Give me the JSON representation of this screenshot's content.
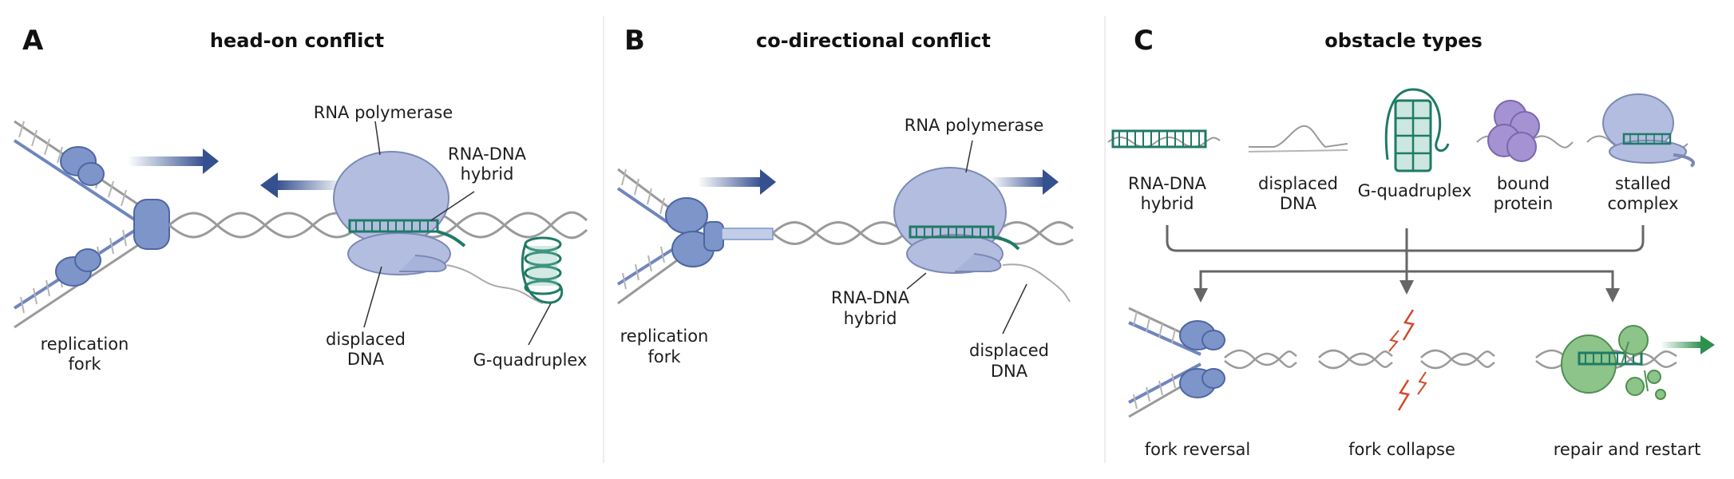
{
  "panels": [
    {
      "letter": "A",
      "title": "head-on conflict",
      "labels": {
        "rna_polymerase": "RNA polymerase",
        "rna_dna_hybrid": [
          "RNA-DNA",
          "hybrid"
        ],
        "replication_fork": [
          "replication",
          "fork"
        ],
        "displaced_dna": [
          "displaced",
          "DNA"
        ],
        "g_quadruplex": "G-quadruplex"
      }
    },
    {
      "letter": "B",
      "title": "co-directional conflict",
      "labels": {
        "rna_polymerase": "RNA polymerase",
        "replication_fork": [
          "replication",
          "fork"
        ],
        "rna_dna_hybrid": [
          "RNA-DNA",
          "hybrid"
        ],
        "displaced_dna": [
          "displaced",
          "DNA"
        ]
      }
    },
    {
      "letter": "C",
      "title": "obstacle types",
      "obstacles": [
        [
          "RNA-DNA",
          "hybrid"
        ],
        [
          "displaced",
          "DNA"
        ],
        [
          "G-quadruplex"
        ],
        [
          "bound",
          "protein"
        ],
        [
          "stalled",
          "complex"
        ]
      ],
      "outcomes": [
        "fork reversal",
        "fork collapse",
        "repair and restart"
      ]
    }
  ],
  "colors": {
    "replisome_blue": "#7d95c9",
    "polymerase_lavender": "#b3bde0",
    "hybrid_teal": "#1f7a66",
    "arrow_navy": "#35508f",
    "dna_gray": "#9a9a9a",
    "repair_green": "#6aab6a",
    "break_red": "#d04a2a",
    "bound_protein_purple": "#a592d2"
  }
}
